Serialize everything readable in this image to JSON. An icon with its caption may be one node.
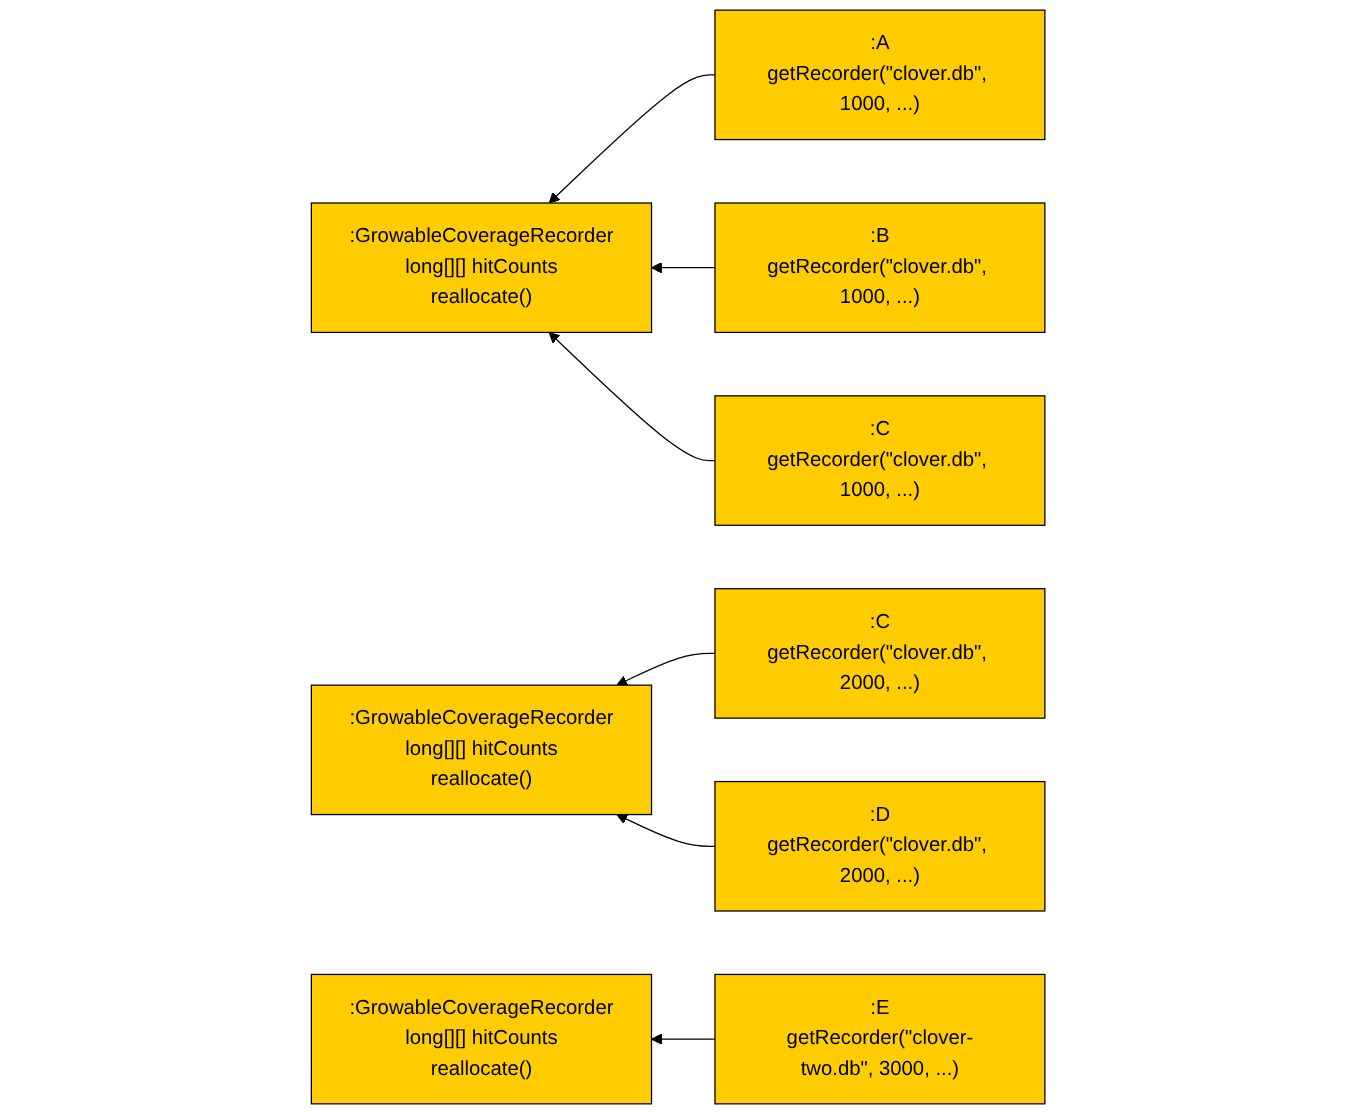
{
  "diagram": {
    "nodes": [
      {
        "text": [
          ":A",
          "getRecorder(\"clover.db\", 1000, ...)"
        ]
      },
      {
        "text": [
          ":B",
          "getRecorder(\"clover.db\", 1000, ...)"
        ]
      },
      {
        "text": [
          ":GrowableCoverageRecorder",
          "long[][] hitCounts",
          "reallocate()"
        ]
      },
      {
        "text": [
          ":C",
          "getRecorder(\"clover.db\", 1000, ...)"
        ]
      },
      {
        "text": [
          ":C",
          "getRecorder(\"clover.db\", 2000, ...)"
        ]
      },
      {
        "text": [
          ":GrowableCoverageRecorder",
          "long[][] hitCounts",
          "reallocate()"
        ]
      },
      {
        "text": [
          ":D",
          "getRecorder(\"clover.db\", 2000, ...)"
        ]
      },
      {
        "text": [
          ":GrowableCoverageRecorder",
          "long[][] hitCounts",
          "reallocate()"
        ]
      },
      {
        "text": [
          ":E",
          "getRecorder(\"clover-two.db\", 3000, ...)"
        ]
      }
    ],
    "edges": [
      {
        "from": 0,
        "to": 2,
        "arrow": "to"
      },
      {
        "from": 1,
        "to": 2,
        "arrow": "to"
      },
      {
        "from": 3,
        "to": 2,
        "arrow": "to"
      },
      {
        "from": 4,
        "to": 5,
        "arrow": "to"
      },
      {
        "from": 6,
        "to": 5,
        "arrow": "to"
      },
      {
        "from": 8,
        "to": 7,
        "arrow": "to"
      }
    ]
  }
}
